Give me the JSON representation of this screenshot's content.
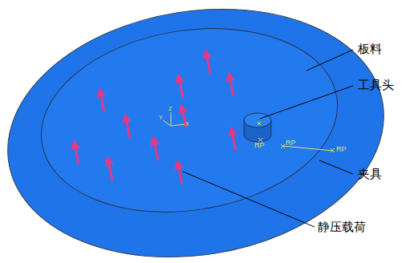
{
  "diagram": {
    "labels": [
      "板料",
      "工具头",
      "夹具",
      "静压载荷",
      "RP",
      "RP",
      "RP",
      "Z",
      "Y",
      "X"
    ]
  }
}
